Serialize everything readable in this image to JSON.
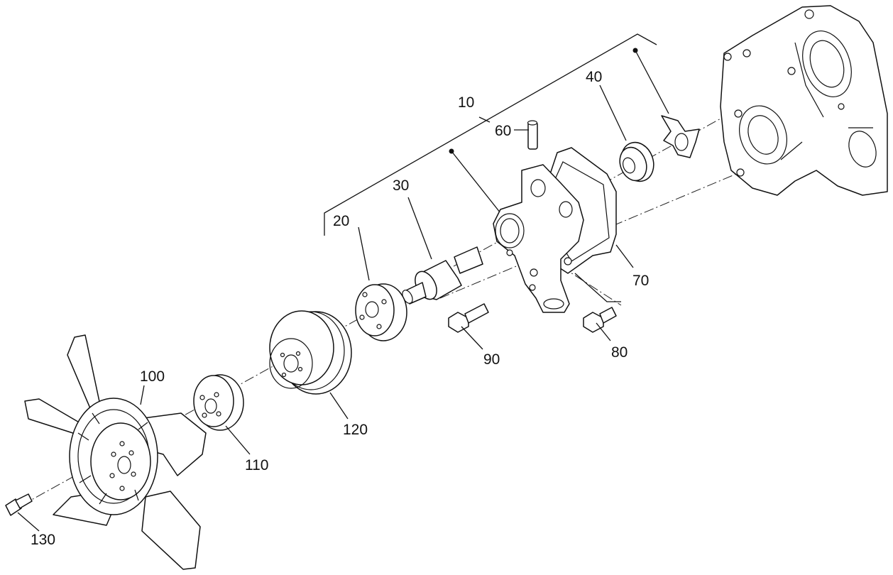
{
  "callouts": {
    "p10": "10",
    "p20": "20",
    "p30": "30",
    "p40": "40",
    "p60": "60",
    "p70": "70",
    "p80": "80",
    "p90": "90",
    "p100": "100",
    "p110": "110",
    "p120": "120",
    "p130": "130"
  }
}
